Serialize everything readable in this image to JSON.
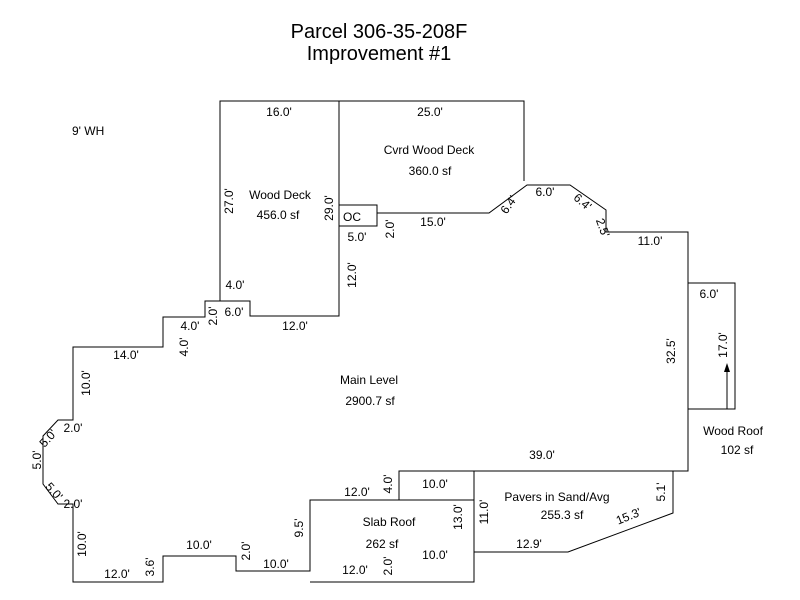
{
  "title": {
    "line1": "Parcel 306-35-208F",
    "line2": "Improvement #1"
  },
  "note": "9' WH",
  "areas": {
    "wood_deck": {
      "name": "Wood Deck",
      "area": "456.0 sf"
    },
    "cvrd_wood_deck": {
      "name": "Cvrd Wood Deck",
      "area": "360.0 sf"
    },
    "oc": {
      "name": "OC"
    },
    "main_level": {
      "name": "Main Level",
      "area": "2900.7 sf"
    },
    "wood_roof": {
      "name": "Wood Roof",
      "area": "102 sf"
    },
    "pavers": {
      "name": "Pavers in Sand/Avg",
      "area": "255.3 sf"
    },
    "slab_roof": {
      "name": "Slab Roof",
      "area": "262 sf"
    }
  },
  "dims": {
    "d16": "16.0'",
    "d25": "25.0'",
    "d27": "27.0'",
    "d29": "29.0'",
    "d6a": "6.0'",
    "d64a": "6.4'",
    "d64b": "6.4'",
    "d25b": "2.5'",
    "d11a": "11.0'",
    "d15": "15.0'",
    "d2a": "2.0'",
    "d5a": "5.0'",
    "d12a": "12.0'",
    "d4a": "4.0'",
    "d2b": "2.0'",
    "d6b": "6.0'",
    "d12b": "12.0'",
    "d4b": "4.0'",
    "d4c": "4.0'",
    "d14": "14.0'",
    "d10a": "10.0'",
    "d2c": "2.0'",
    "d5b": "5.0'",
    "d5c": "5.0'",
    "d5d": "5.0'",
    "d2d": "2.0'",
    "d10b": "10.0'",
    "d12c": "12.0'",
    "d36": "3.6'",
    "d10c": "10.0'",
    "d2e": "2.0'",
    "d10d": "10.0'",
    "d95": "9.5'",
    "d12d": "12.0'",
    "d4d": "4.0'",
    "d10e": "10.0'",
    "d13": "13.0'",
    "d2f": "2.0'",
    "d12e": "12.0'",
    "d10f": "10.0'",
    "d11b": "11.0'",
    "d129": "12.9'",
    "d153": "15.3'",
    "d51": "5.1'",
    "d39": "39.0'",
    "d325": "32.5'",
    "d6c": "6.0'",
    "d17": "17.0'"
  }
}
